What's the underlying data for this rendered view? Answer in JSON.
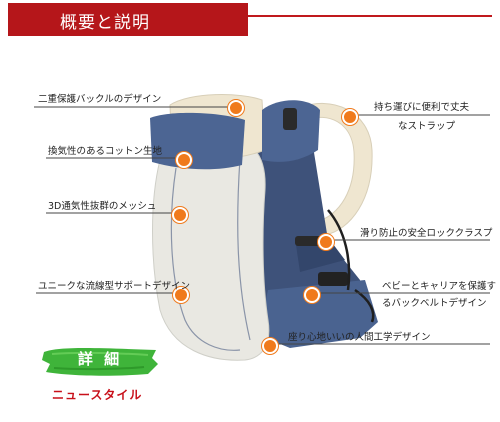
{
  "header": {
    "title": "概要と説明"
  },
  "features": [
    {
      "text": "二重保護バックルのデザイン"
    },
    {
      "text": "換気性のあるコットン生地"
    },
    {
      "text": "3D通気性抜群のメッシュ"
    },
    {
      "text": "ユニークな流線型サポートデザイン"
    },
    {
      "text": "持ち運びに便利で丈夫"
    },
    {
      "text": "なストラップ"
    },
    {
      "text": "滑り防止の安全ロッククラスプ"
    },
    {
      "text": "ベビーとキャリアを保護す"
    },
    {
      "text": "るバックベルトデザイン"
    },
    {
      "text": "座り心地いいの人間工学デザイン"
    }
  ],
  "badge": {
    "label": "詳 細"
  },
  "subtitle": "ニュースタイル",
  "colors": {
    "banner_red": "#b5161a",
    "accent_orange": "#f07a1c",
    "badge_green": "#3fb43a",
    "subtitle_red": "#c8101a"
  }
}
